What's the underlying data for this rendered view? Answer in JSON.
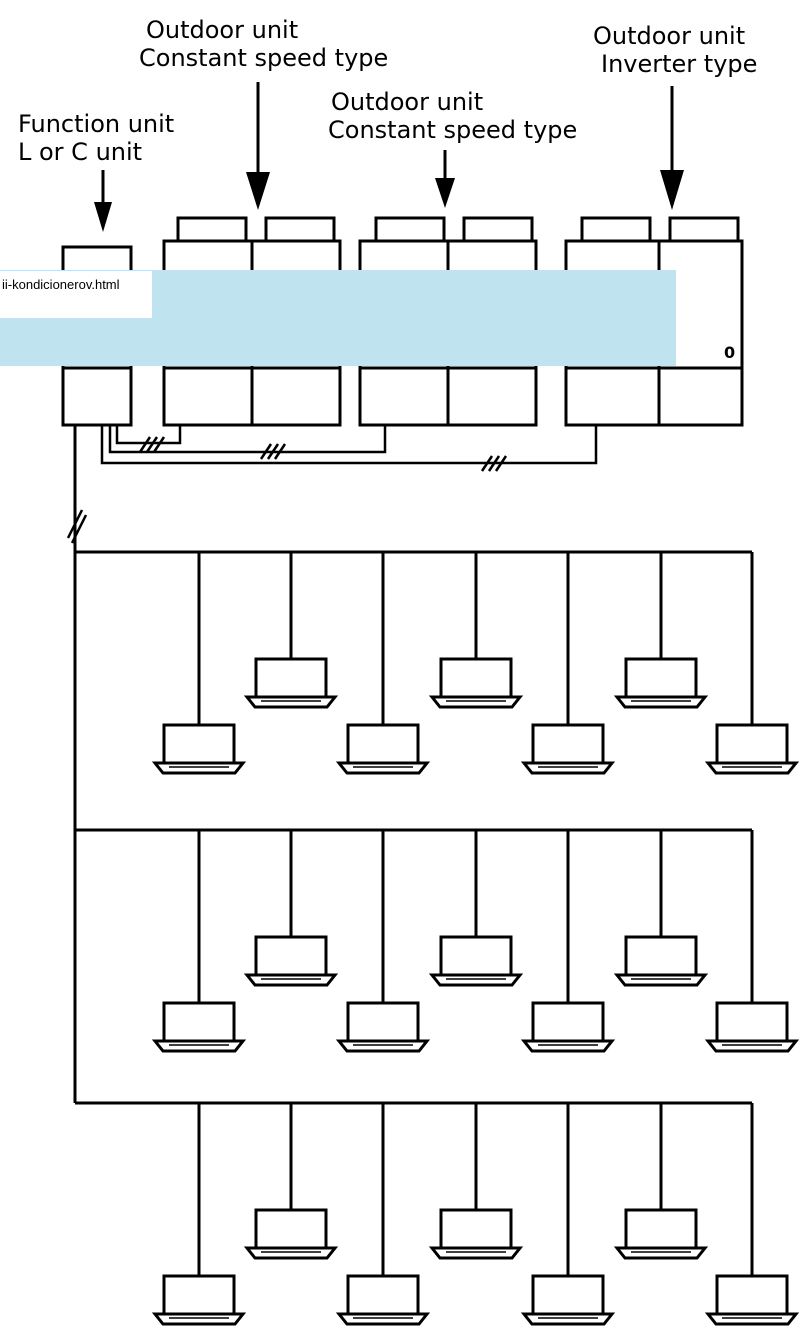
{
  "labels": {
    "outdoor1_line1": "Outdoor unit",
    "outdoor1_line2": "Constant speed type",
    "outdoor2_line1": "Outdoor unit",
    "outdoor2_line2": "Constant speed type",
    "outdoor3_line1": "Outdoor unit",
    "outdoor3_line2": "Inverter type",
    "function_line1": "Function unit",
    "function_line2": "L or C unit"
  },
  "overlay": {
    "url_text": "ii-kondicionerov.html",
    "panel_mark": "0"
  },
  "colors": {
    "line": "#000000",
    "overlay": "#bfe3ef",
    "background": "#ffffff"
  },
  "indoor_rows": 3,
  "indoor_units_per_row": 7
}
